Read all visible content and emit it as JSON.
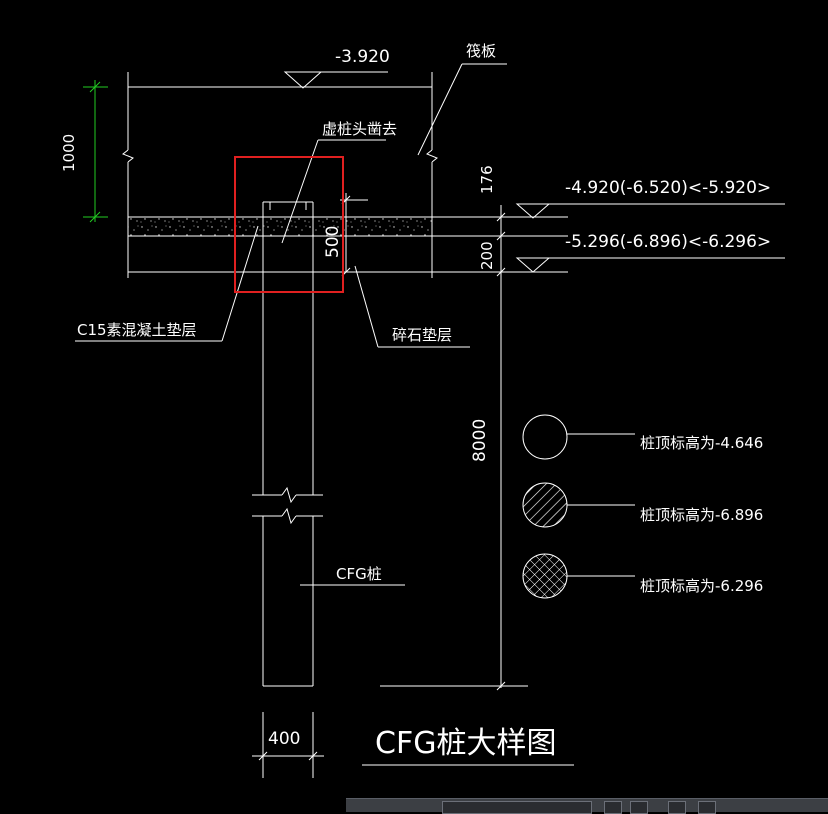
{
  "labels": {
    "elev_top": "-3.920",
    "raft": "筏板",
    "cut_pile_head": "虚桩头凿去",
    "elev_1": "-4.920(-6.520)<-5.920>",
    "elev_2": "-5.296(-6.896)<-6.296>",
    "dim_1000": "1000",
    "dim_176": "176",
    "dim_200": "200",
    "dim_500": "500",
    "dim_8000": "8000",
    "dim_400": "400",
    "c15_layer": "C15素混凝土垫层",
    "gravel_layer": "碎石垫层",
    "cfg_pile": "CFG桩",
    "title": "CFG桩大样图"
  },
  "legend": [
    {
      "pattern": "empty",
      "text": "桩顶标高为-4.646"
    },
    {
      "pattern": "hatch",
      "text": "桩顶标高为-6.896"
    },
    {
      "pattern": "crosshatch",
      "text": "桩顶标高为-6.296"
    }
  ],
  "colors": {
    "background": "#000000",
    "line": "#ffffff",
    "dimension_green": "#22cc22",
    "highlight_red": "#e02020"
  }
}
